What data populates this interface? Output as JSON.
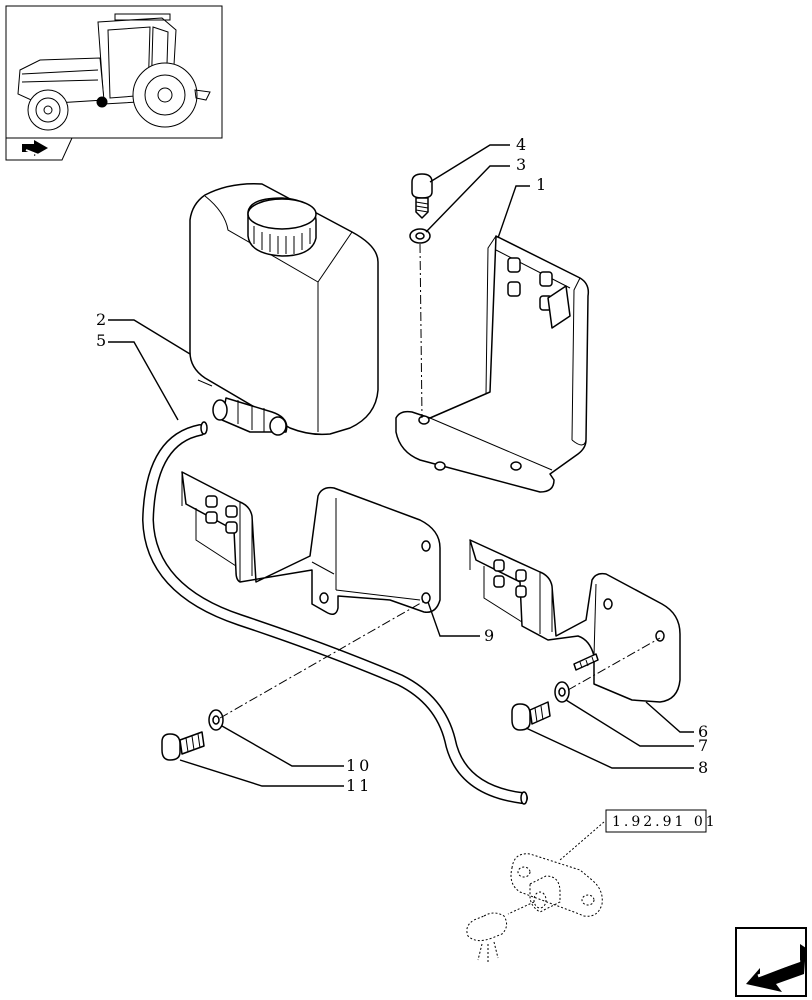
{
  "reference": {
    "label": "1.92.91 01"
  },
  "callouts": {
    "c1": "1",
    "c2": "2",
    "c3": "3",
    "c4": "4",
    "c5": "5",
    "c6": "6",
    "c7": "7",
    "c8": "8",
    "c9": "9",
    "c10": "10",
    "c11": "11"
  },
  "icons": {
    "thumbnail": "tractor-icon",
    "section": "section-arrow-icon",
    "next": "next-page-arrow-icon"
  }
}
